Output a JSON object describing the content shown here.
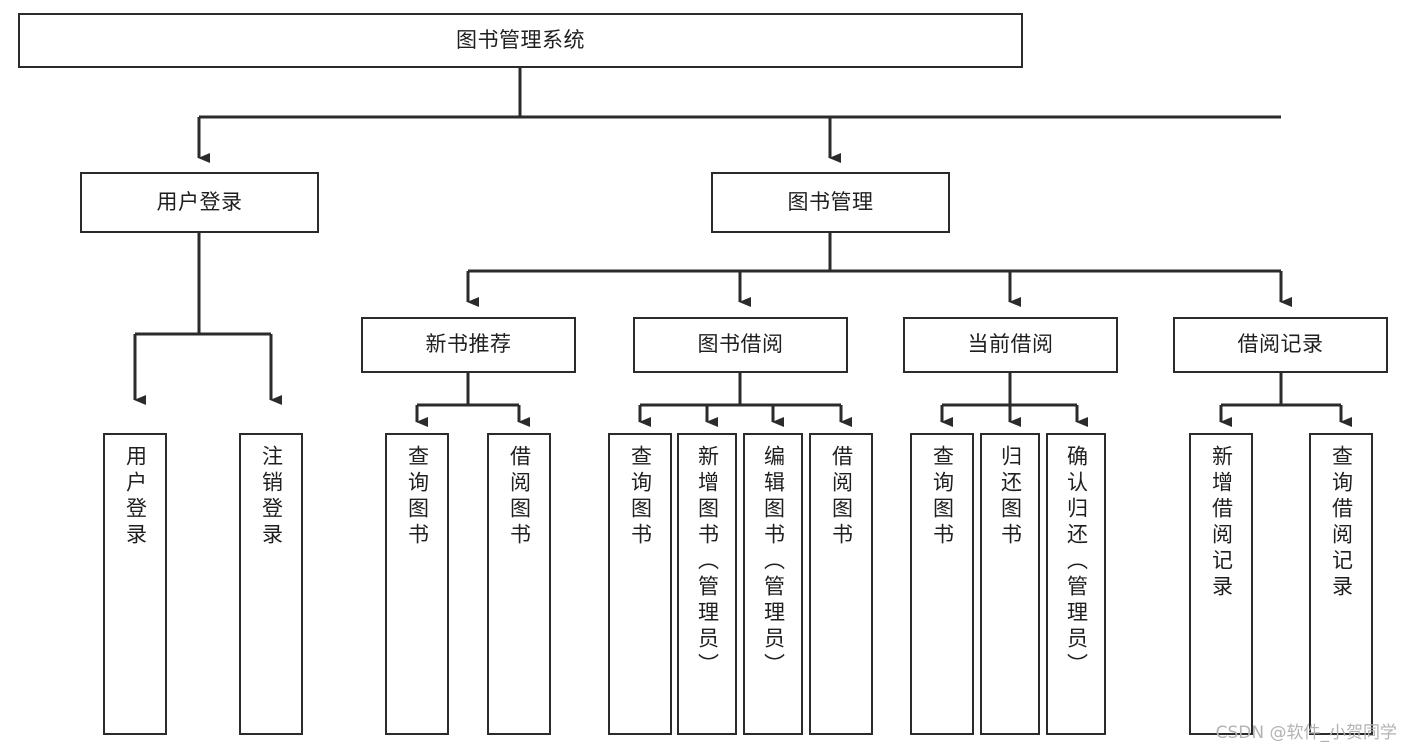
{
  "diagram": {
    "type": "tree",
    "title": "图书管理系统",
    "orientation": "top-down",
    "colors": {
      "box_border": "#2b2b2b",
      "box_fill": "#ffffff",
      "text": "#1f1f1f",
      "connector": "#2b2b2b",
      "watermark": "#b3b3b3",
      "background": "#ffffff"
    },
    "nodes": {
      "root": {
        "label": "图书管理系统",
        "level": 0,
        "orientation": "horizontal"
      },
      "n1": {
        "label": "用户登录",
        "level": 1,
        "orientation": "horizontal"
      },
      "n2": {
        "label": "图书管理",
        "level": 1,
        "orientation": "horizontal"
      },
      "n3": {
        "label": "新书推荐",
        "level": 2,
        "orientation": "horizontal"
      },
      "n4": {
        "label": "图书借阅",
        "level": 2,
        "orientation": "horizontal"
      },
      "n5": {
        "label": "当前借阅",
        "level": 2,
        "orientation": "horizontal"
      },
      "n6": {
        "label": "借阅记录",
        "level": 2,
        "orientation": "horizontal"
      },
      "l1": {
        "label": "用户登录",
        "level": 3,
        "orientation": "vertical"
      },
      "l2": {
        "label": "注销登录",
        "level": 3,
        "orientation": "vertical"
      },
      "l3": {
        "label": "查询图书",
        "level": 3,
        "orientation": "vertical"
      },
      "l4": {
        "label": "借阅图书",
        "level": 3,
        "orientation": "vertical"
      },
      "l5": {
        "label": "查询图书",
        "level": 3,
        "orientation": "vertical"
      },
      "l6": {
        "label": "新增图书（管理员）",
        "level": 3,
        "orientation": "vertical"
      },
      "l7": {
        "label": "编辑图书（管理员）",
        "level": 3,
        "orientation": "vertical"
      },
      "l8": {
        "label": "借阅图书",
        "level": 3,
        "orientation": "vertical"
      },
      "l9": {
        "label": "查询图书",
        "level": 3,
        "orientation": "vertical"
      },
      "l10": {
        "label": "归还图书",
        "level": 3,
        "orientation": "vertical"
      },
      "l11": {
        "label": "确认归还（管理员）",
        "level": 3,
        "orientation": "vertical"
      },
      "l12": {
        "label": "新增借阅记录",
        "level": 3,
        "orientation": "vertical"
      },
      "l13": {
        "label": "查询借阅记录",
        "level": 3,
        "orientation": "vertical"
      }
    },
    "edges": [
      {
        "from": "root",
        "to": "n1"
      },
      {
        "from": "root",
        "to": "n2"
      },
      {
        "from": "n1",
        "to": "l1"
      },
      {
        "from": "n1",
        "to": "l2"
      },
      {
        "from": "n2",
        "to": "n3"
      },
      {
        "from": "n2",
        "to": "n4"
      },
      {
        "from": "n2",
        "to": "n5"
      },
      {
        "from": "n2",
        "to": "n6"
      },
      {
        "from": "n3",
        "to": "l3"
      },
      {
        "from": "n3",
        "to": "l4"
      },
      {
        "from": "n4",
        "to": "l5"
      },
      {
        "from": "n4",
        "to": "l6"
      },
      {
        "from": "n4",
        "to": "l7"
      },
      {
        "from": "n4",
        "to": "l8"
      },
      {
        "from": "n5",
        "to": "l9"
      },
      {
        "from": "n5",
        "to": "l10"
      },
      {
        "from": "n5",
        "to": "l11"
      },
      {
        "from": "n6",
        "to": "l12"
      },
      {
        "from": "n6",
        "to": "l13"
      }
    ]
  },
  "watermark": {
    "text": "CSDN @软件_小贺同学"
  }
}
